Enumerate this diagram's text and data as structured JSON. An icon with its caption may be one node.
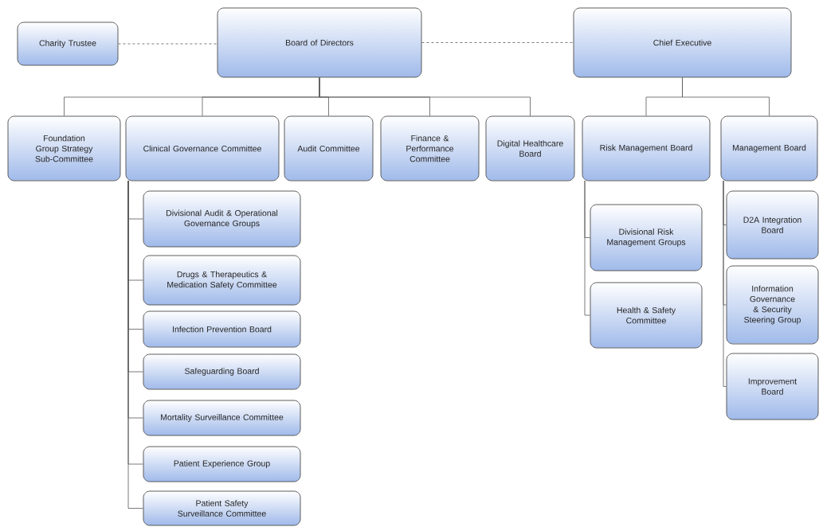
{
  "diagram": {
    "nodes": [
      {
        "text": [
          "Charity Trustee"
        ]
      },
      {
        "text": [
          "Board of Directors"
        ]
      },
      {
        "text": [
          "Chief Executive"
        ]
      },
      {
        "text": [
          "Foundation Group Strategy Sub-Committee"
        ]
      },
      {
        "text": [
          "Clinical Governance Committee"
        ]
      },
      {
        "text": [
          "Audit Committee"
        ]
      },
      {
        "text": [
          "Finance & Performance Committee"
        ]
      },
      {
        "text": [
          "Digital Healthcare Board"
        ]
      },
      {
        "text": [
          "Risk Management Board"
        ]
      },
      {
        "text": [
          "Management Board"
        ]
      },
      {
        "text": [
          "Divisional Audit & Operational Governance Groups"
        ]
      },
      {
        "text": [
          "Drugs & Therapeutics & Medication Safety Committee"
        ]
      },
      {
        "text": [
          "Infection Prevention Board"
        ]
      },
      {
        "text": [
          "Safeguarding Board"
        ]
      },
      {
        "text": [
          "Mortality Surveillance Committee"
        ]
      },
      {
        "text": [
          "Patient Experience Group"
        ]
      },
      {
        "text": [
          "Patient Safety Surveillance Committee"
        ]
      },
      {
        "text": [
          "Divisional Risk Management Groups"
        ]
      },
      {
        "text": [
          "Health & Safety Committee"
        ]
      },
      {
        "text": [
          "D2A Integration Board"
        ]
      },
      {
        "text": [
          "Information Governance & Security Steering Group"
        ]
      },
      {
        "text": [
          "Improvement Board"
        ]
      }
    ],
    "edges": [
      {
        "from": 0,
        "to": 1,
        "arrow": "none",
        "style": "dashed"
      },
      {
        "from": 1,
        "to": 2,
        "arrow": "none",
        "style": "dashed"
      },
      {
        "from": 1,
        "to": 3,
        "arrow": "none"
      },
      {
        "from": 1,
        "to": 4,
        "arrow": "none"
      },
      {
        "from": 1,
        "to": 5,
        "arrow": "none"
      },
      {
        "from": 1,
        "to": 6,
        "arrow": "none"
      },
      {
        "from": 1,
        "to": 7,
        "arrow": "none"
      },
      {
        "from": 2,
        "to": 8,
        "arrow": "none"
      },
      {
        "from": 2,
        "to": 9,
        "arrow": "none"
      },
      {
        "from": 4,
        "to": 10,
        "arrow": "none"
      },
      {
        "from": 4,
        "to": 11,
        "arrow": "none"
      },
      {
        "from": 4,
        "to": 12,
        "arrow": "none"
      },
      {
        "from": 4,
        "to": 13,
        "arrow": "none"
      },
      {
        "from": 4,
        "to": 14,
        "arrow": "none"
      },
      {
        "from": 4,
        "to": 15,
        "arrow": "none"
      },
      {
        "from": 4,
        "to": 16,
        "arrow": "none"
      },
      {
        "from": 8,
        "to": 17,
        "arrow": "none"
      },
      {
        "from": 8,
        "to": 18,
        "arrow": "none"
      },
      {
        "from": 9,
        "to": 19,
        "arrow": "none"
      },
      {
        "from": 9,
        "to": 20,
        "arrow": "none"
      },
      {
        "from": 9,
        "to": 21,
        "arrow": "none"
      }
    ]
  }
}
